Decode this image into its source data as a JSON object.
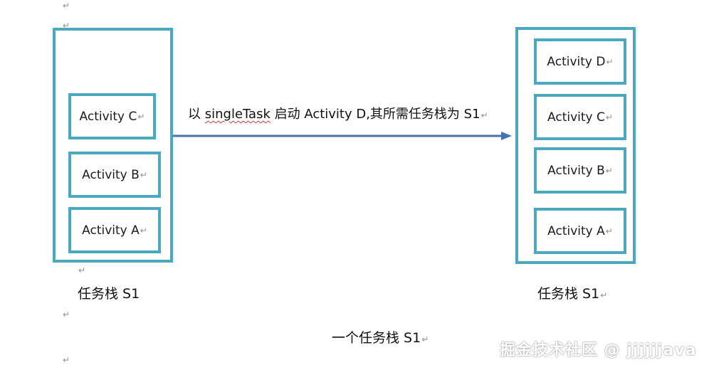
{
  "paragraph_mark": "↵",
  "left_stack": {
    "activities": [
      {
        "label": "Activity C"
      },
      {
        "label": "Activity B"
      },
      {
        "label": "Activity A"
      }
    ],
    "label": "任务栈 S1"
  },
  "right_stack": {
    "activities": [
      {
        "label": "Activity D"
      },
      {
        "label": "Activity C"
      },
      {
        "label": "Activity B"
      },
      {
        "label": "Activity A"
      }
    ],
    "label": "任务栈 S1"
  },
  "transition": {
    "prefix": "以 ",
    "keyword": "singleTask",
    "suffix": " 启动 Activity D,其所需任务栈为 S1"
  },
  "caption": "一个任务栈 S1",
  "watermark": "掘金技术社区 @ jjjjjjava",
  "colors": {
    "box_border": "#4aa9c1",
    "arrow": "#4a72b0",
    "spell_underline": "#d23b3b"
  }
}
